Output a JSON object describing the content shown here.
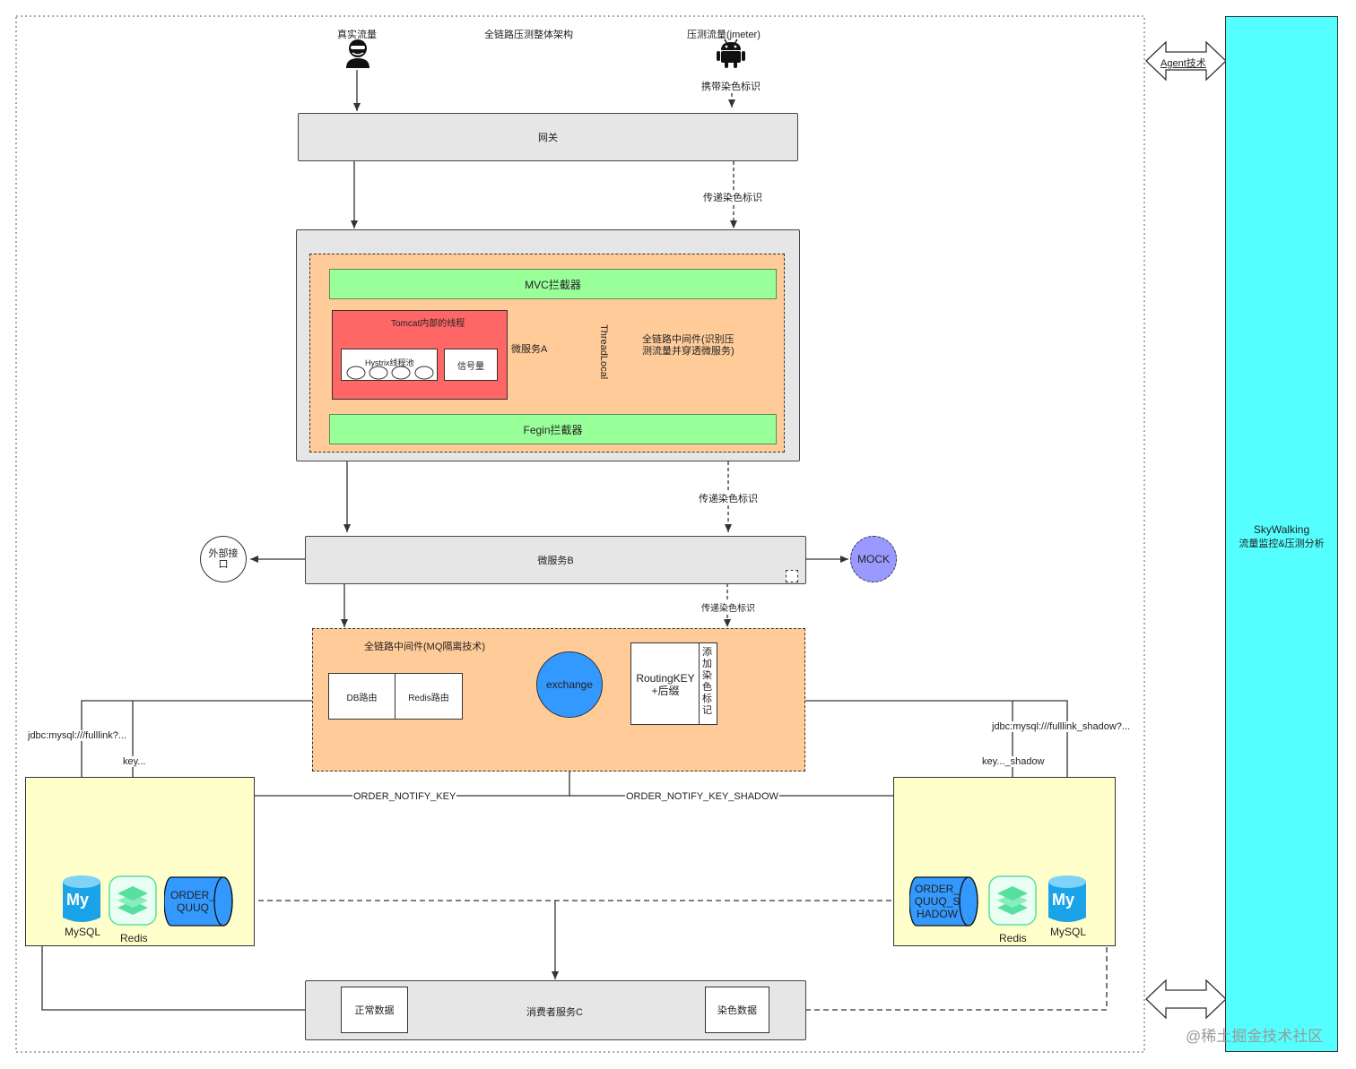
{
  "diagram": {
    "title": "全链路压测整体架构",
    "real_traffic": "真实流量",
    "test_traffic": "压测流量(jmeter)",
    "carry_tag": "携带染色标识",
    "gateway": "网关",
    "pass_tag_1": "传递染色标识",
    "mvc_interceptor": "MVC拦截器",
    "tomcat_threads": "Tomcat内部的线程",
    "hystrix_pool": "Hystrix线程池",
    "semaphore": "信号量",
    "microservice_a": "微服务A",
    "threadlocal": "ThreadLocal",
    "middleware_note": "全链路中间件(识别压测流量并穿透微服务)",
    "fegin_interceptor": "Fegin拦截器",
    "pass_tag_2": "传递染色标识",
    "external_api": "外部接口",
    "microservice_b": "微服务B",
    "mock": "MOCK",
    "pass_tag_3": "传递染色标识",
    "mq_middleware": "全链路中间件(MQ隔离技术)",
    "db_route": "DB路由",
    "redis_route": "Redis路由",
    "exchange": "exchange",
    "routing_key": "RoutingKEY+后缀",
    "add_tag": "添加染色标记",
    "jdbc_left": "jdbc:mysql:///fulllink?...",
    "key_left": "key...",
    "jdbc_right": "jdbc:mysql:///fulllink_shadow?...",
    "key_right": "key..._shadow",
    "order_notify_key": "ORDER_NOTIFY_KEY",
    "order_notify_key_shadow": "ORDER_NOTIFY_KEY_SHADOW",
    "mysql_left": "MySQL",
    "redis_left": "Redis",
    "queue_left": "ORDER_QUUQ",
    "queue_right": "ORDER_QUUQ_SHADOW",
    "redis_right": "Redis",
    "mysql_right": "MySQL",
    "mysql_badge": "My",
    "normal_data": "正常数据",
    "consumer_c": "消费者服务C",
    "dyed_data": "染色数据",
    "agent": "Agent技术",
    "skywalking_title": "SkyWalking",
    "skywalking_sub": "流量监控&压测分析",
    "watermark": "@稀土掘金技术社区"
  },
  "colors": {
    "skywalking": "#55ffff",
    "middleware_orange": "#ffcc99",
    "interceptor_green": "#99ff99",
    "microservice_a_red": "#ff6666",
    "exchange_blue": "#3399ff",
    "mock_purple": "#9999ff",
    "db_zone_yellow": "#ffffcc",
    "mysql_blue": "#1aa3e8",
    "redis_green": "#55e0a0"
  },
  "icons": [
    "person-icon",
    "android-icon",
    "mysql-icon",
    "redis-icon",
    "queue-cylinder-icon"
  ]
}
